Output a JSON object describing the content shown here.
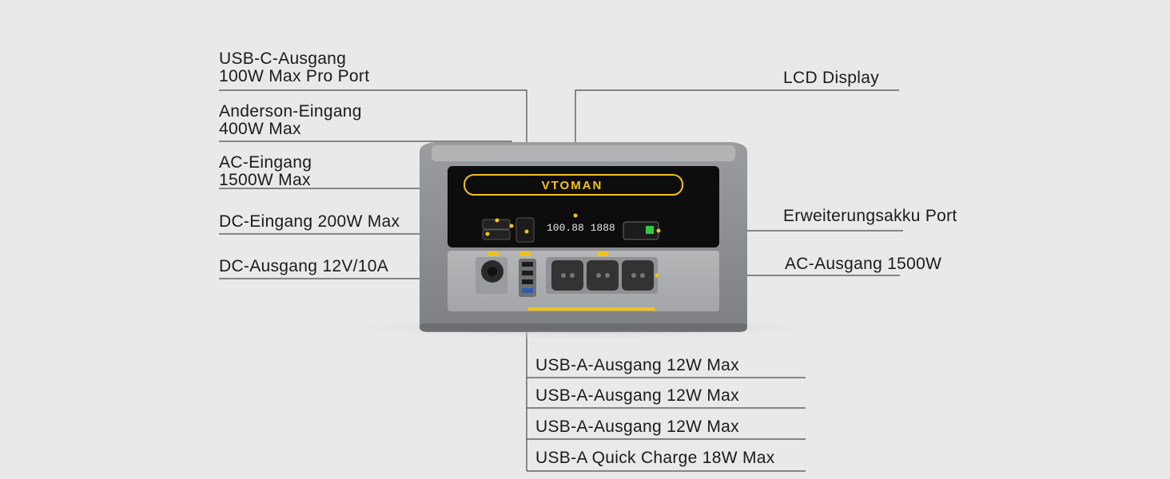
{
  "brand": "VTOMAN",
  "display_readout": "100.88 1888",
  "labels": {
    "usb_c": {
      "line1": "USB-C-Ausgang",
      "line2": "100W Max Pro Port"
    },
    "anderson": {
      "line1": "Anderson-Eingang",
      "line2": "400W Max"
    },
    "ac_in": {
      "line1": "AC-Eingang",
      "line2": "1500W Max"
    },
    "dc_in": "DC-Eingang 200W Max",
    "dc_out": "DC-Ausgang 12V/10A",
    "lcd": "LCD Display",
    "expansion": "Erweiterungsakku Port",
    "ac_out": "AC-Ausgang 1500W",
    "usb_a": [
      "USB-A-Ausgang 12W Max",
      "USB-A-Ausgang 12W Max",
      "USB-A-Ausgang 12W Max",
      "USB-A Quick Charge 18W Max"
    ]
  },
  "colors": {
    "background": "#e9e9e9",
    "accent": "#f3c21a",
    "body_gray": "#8e9093",
    "panel_black": "#0d0d0d",
    "line": "#555555"
  }
}
